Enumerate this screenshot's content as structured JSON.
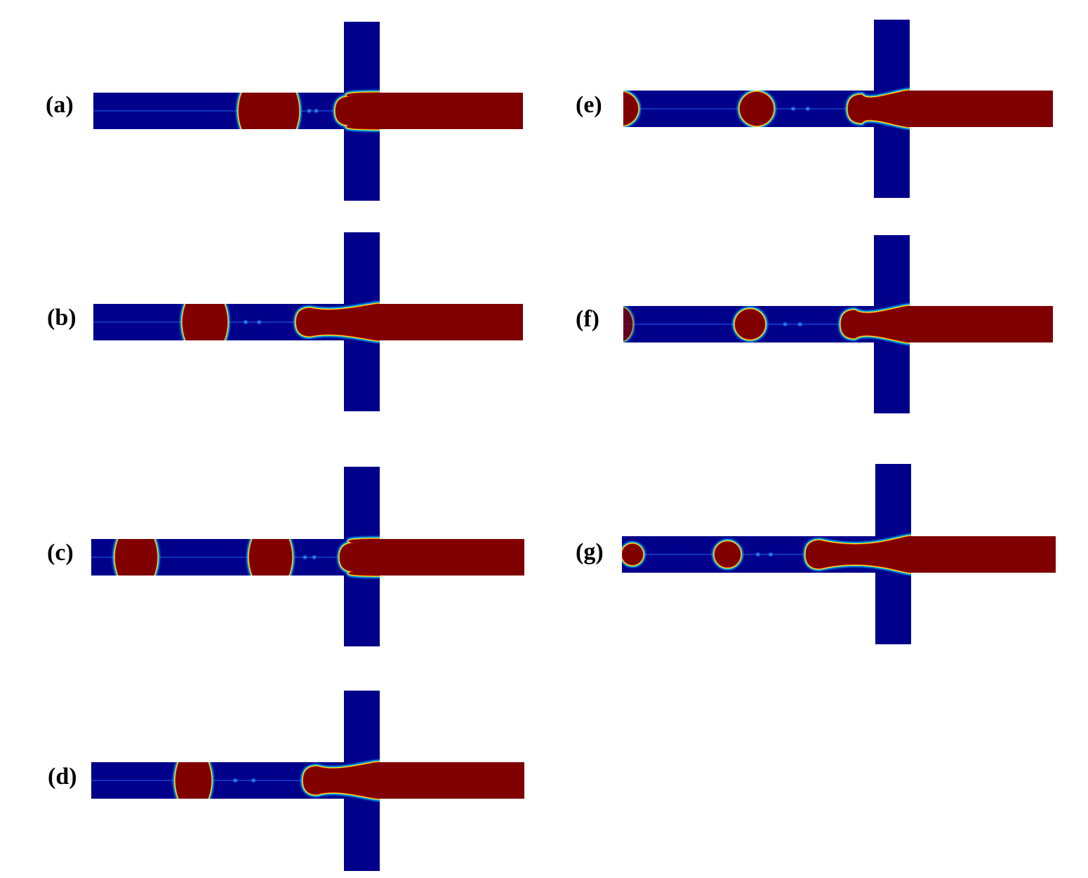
{
  "colors": {
    "continuous_phase": "#00008b",
    "dispersed_phase": "#800000",
    "interface_outer": "#00c8ff",
    "interface_mid": "#ffff00",
    "interface_inner": "#ff4000",
    "background": "#ffffff"
  },
  "panels": [
    {
      "id": "a",
      "label": "(a)",
      "neck": 1.0,
      "droplets": [
        {
          "shape": "plug"
        }
      ]
    },
    {
      "id": "b",
      "label": "(b)",
      "neck": 0.45,
      "droplets": [
        {
          "shape": "plug"
        }
      ]
    },
    {
      "id": "c",
      "label": "(c)",
      "neck": 1.0,
      "droplets": [
        {
          "shape": "plug"
        },
        {
          "shape": "plug"
        }
      ]
    },
    {
      "id": "d",
      "label": "(d)",
      "neck": 0.4,
      "droplets": [
        {
          "shape": "plug"
        }
      ]
    },
    {
      "id": "e",
      "label": "(e)",
      "neck": 0.3,
      "droplets": [
        {
          "shape": "partial"
        },
        {
          "shape": "round"
        }
      ]
    },
    {
      "id": "f",
      "label": "(f)",
      "neck": 0.3,
      "droplets": [
        {
          "shape": "partial-faint"
        },
        {
          "shape": "round"
        }
      ]
    },
    {
      "id": "g",
      "label": "(g)",
      "neck": 0.1,
      "droplets": [
        {
          "shape": "round"
        },
        {
          "shape": "round"
        }
      ]
    }
  ]
}
